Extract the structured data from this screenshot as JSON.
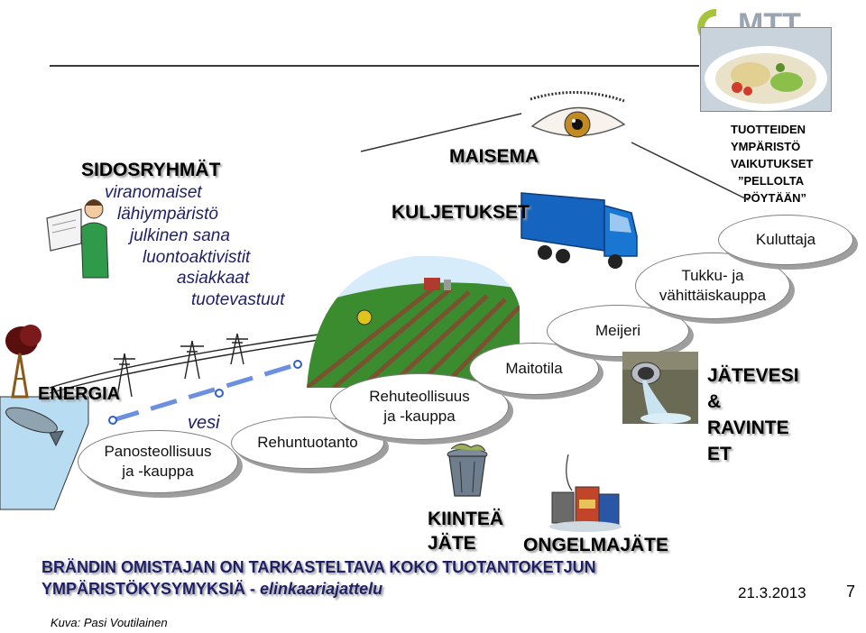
{
  "logo": {
    "text": "MTT"
  },
  "stakeholders": {
    "title": "SIDOSRYHMÄT",
    "items": [
      "viranomaiset",
      "lähiympäristö",
      "julkinen sana",
      "luontoaktivistit",
      "asiakkaat",
      "tuotevastuut"
    ]
  },
  "labels": {
    "maisema": "MAISEMA",
    "kuljetukset": "KULJETUKSET",
    "energia": "ENERGIA",
    "vesi": "vesi",
    "jatevesi": [
      "JÄTEVESI",
      "&",
      "RAVINTE",
      "ET"
    ],
    "kiintea_jate": [
      "KIINTEÄ",
      "JÄTE"
    ],
    "ongelmajate": "ONGELMAJÄTE",
    "impacts_heading": [
      "TUOTTEIDEN",
      "YMPÄRISTÖ",
      "VAIKUTUKSET",
      "”PELLOLTA",
      "PÖYTÄÄN”"
    ]
  },
  "chain": [
    {
      "id": "panosteollisuus",
      "label": [
        "Panosteollisuus",
        "ja -kauppa"
      ]
    },
    {
      "id": "rehuntuotanto",
      "label": [
        "Rehuntuotanto"
      ]
    },
    {
      "id": "rehuteollisuus",
      "label": [
        "Rehuteollisuus",
        "ja -kauppa"
      ]
    },
    {
      "id": "maitotila",
      "label": [
        "Maitotila"
      ]
    },
    {
      "id": "meijeri",
      "label": [
        "Meijeri"
      ]
    },
    {
      "id": "tukku",
      "label": [
        "Tukku- ja",
        "vähittäiskauppa"
      ]
    },
    {
      "id": "kuluttaja",
      "label": [
        "Kuluttaja"
      ]
    }
  ],
  "footer": {
    "line1": "BRÄNDIN OMISTAJAN ON TARKASTELTAVA KOKO TUOTANTOKETJUN",
    "line2_prefix": "YMPÄRISTÖKYSYMYKSIÄ - ",
    "line2_emph": "elinkaariajattelu",
    "date": "21.3.2013",
    "page": "7",
    "credit": "Kuva: Pasi Voutilainen"
  },
  "colors": {
    "accent_blue": "#1f1f66",
    "water": "#b8dcf2",
    "field": "#2e7d32",
    "truck": "#1565c0"
  },
  "icons": [
    "eye-icon",
    "truck-icon",
    "field-icon",
    "factory-icon",
    "fish-icon",
    "power-line-icon",
    "reader-person-icon",
    "food-plate-icon",
    "outflow-pipe-icon",
    "trash-bin-icon",
    "hazardous-cans-icon"
  ]
}
